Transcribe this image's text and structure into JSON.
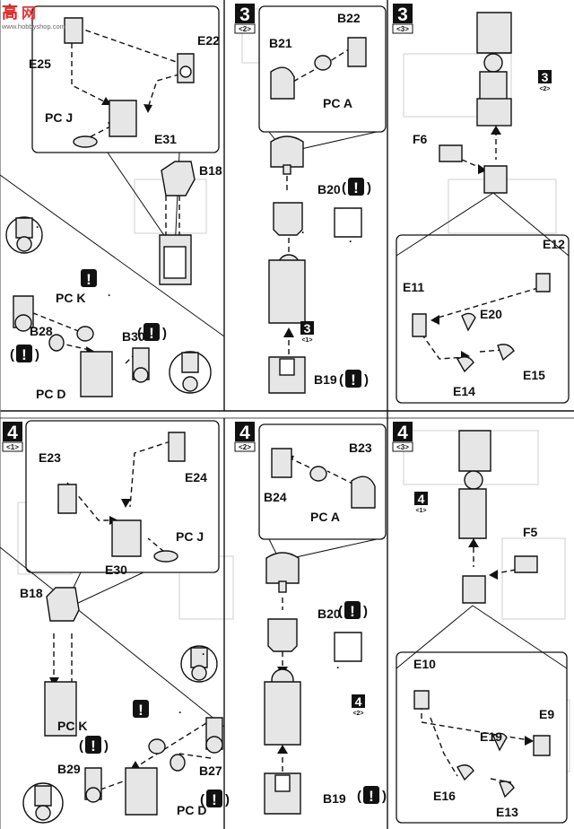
{
  "watermark": {
    "logo_glyph": "高",
    "site_name": "网",
    "site_url": "www.hobbyshop.com"
  },
  "colors": {
    "ink": "#111111",
    "paper": "#ffffff",
    "grid": "#bfbfbf",
    "part": "#e6e6e6"
  },
  "step_badges": [
    {
      "number": "3",
      "sub": "<2>"
    },
    {
      "number": "3",
      "sub": "<3>"
    },
    {
      "number": "4",
      "sub": "<1>"
    },
    {
      "number": "4",
      "sub": "<2>"
    },
    {
      "number": "4",
      "sub": "<3>"
    }
  ],
  "ref_badges": [
    {
      "number": "3",
      "sub": "<2>"
    },
    {
      "number": "3",
      "sub": "<1>"
    },
    {
      "number": "4",
      "sub": "<1>"
    },
    {
      "number": "4",
      "sub": "<2>"
    }
  ],
  "labels": [
    "E22",
    "E25",
    "PC J",
    "E31",
    "B18",
    "PC K",
    "B28",
    "PC D",
    "B30",
    "B22",
    "B21",
    "PC A",
    "B20",
    "B19",
    "F6",
    "E12",
    "E11",
    "E20",
    "E15",
    "E14",
    "E23",
    "E24",
    "PC J",
    "E30",
    "B18",
    "PC K",
    "B29",
    "B27",
    "PC D",
    "B23",
    "B24",
    "PC A",
    "B20",
    "B19",
    "F5",
    "E10",
    "E9",
    "E19",
    "E16",
    "E13"
  ],
  "caution_mark": "!",
  "bracket_open": "(",
  "bracket_close": ")",
  "tick_mark": "."
}
